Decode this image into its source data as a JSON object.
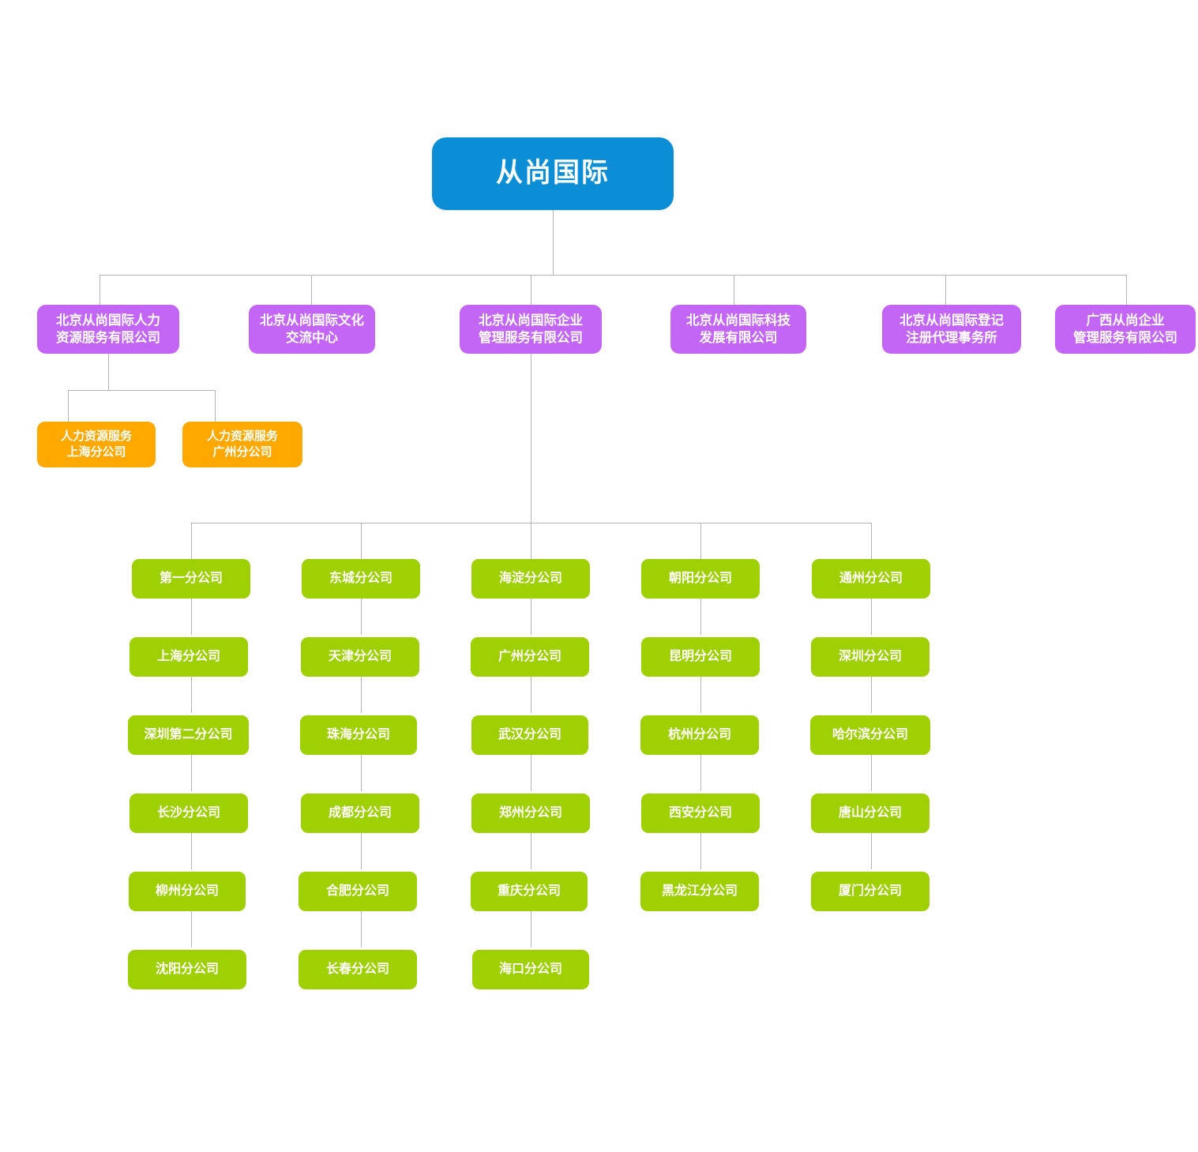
{
  "colors": {
    "root": "#0c8ed6",
    "level1": "#c466f5",
    "level2_orange": "#ffa800",
    "branch_green": "#9fd004",
    "connector": "#b3b3b3",
    "background": "#ffffff",
    "label_text": "#ffffff"
  },
  "root": {
    "label": "从尚国际"
  },
  "level1": [
    {
      "label": "北京从尚国际人力\n资源服务有限公司"
    },
    {
      "label": "北京从尚国际文化\n交流中心"
    },
    {
      "label": "北京从尚国际企业\n管理服务有限公司"
    },
    {
      "label": "北京从尚国际科技\n发展有限公司"
    },
    {
      "label": "北京从尚国际登记\n注册代理事务所"
    },
    {
      "label": "广西从尚企业\n管理服务有限公司"
    }
  ],
  "hr_branches": [
    {
      "label": "人力资源服务\n上海分公司"
    },
    {
      "label": "人力资源服务\n广州分公司"
    }
  ],
  "enterprise_branch_columns": [
    {
      "items": [
        {
          "label": "第一分公司"
        },
        {
          "label": "上海分公司"
        },
        {
          "label": "深圳第二分公司"
        },
        {
          "label": "长沙分公司"
        },
        {
          "label": "柳州分公司"
        },
        {
          "label": "沈阳分公司"
        }
      ]
    },
    {
      "items": [
        {
          "label": "东城分公司"
        },
        {
          "label": "天津分公司"
        },
        {
          "label": "珠海分公司"
        },
        {
          "label": "成都分公司"
        },
        {
          "label": "合肥分公司"
        },
        {
          "label": "长春分公司"
        }
      ]
    },
    {
      "items": [
        {
          "label": "海淀分公司"
        },
        {
          "label": "广州分公司"
        },
        {
          "label": "武汉分公司"
        },
        {
          "label": "郑州分公司"
        },
        {
          "label": "重庆分公司"
        },
        {
          "label": "海口分公司"
        }
      ]
    },
    {
      "items": [
        {
          "label": "朝阳分公司"
        },
        {
          "label": "昆明分公司"
        },
        {
          "label": "杭州分公司"
        },
        {
          "label": "西安分公司"
        },
        {
          "label": "黑龙江分公司"
        }
      ]
    },
    {
      "items": [
        {
          "label": "通州分公司"
        },
        {
          "label": "深圳分公司"
        },
        {
          "label": "哈尔滨分公司"
        },
        {
          "label": "唐山分公司"
        },
        {
          "label": "厦门分公司"
        }
      ]
    }
  ]
}
